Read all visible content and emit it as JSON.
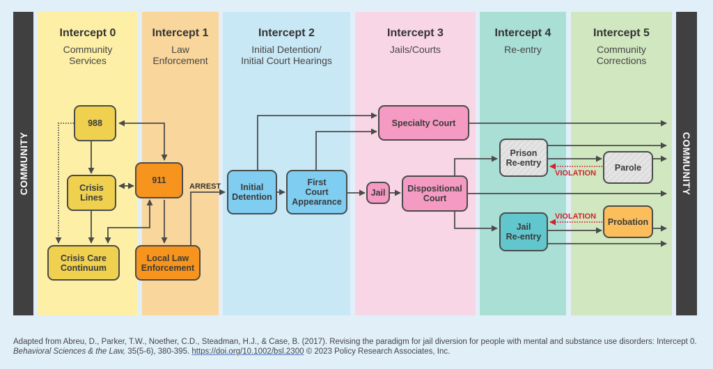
{
  "community_bars": {
    "left": "COMMUNITY",
    "right": "COMMUNITY"
  },
  "intercepts": [
    {
      "title": "Intercept 0",
      "subtitle": "Community\nServices",
      "color": "#fdf0a6"
    },
    {
      "title": "Intercept 1",
      "subtitle": "Law\nEnforcement",
      "color": "#f9d69b"
    },
    {
      "title": "Intercept 2",
      "subtitle": "Initial Detention/\nInitial Court Hearings",
      "color": "#c9e8f6"
    },
    {
      "title": "Intercept 3",
      "subtitle": "Jails/Courts",
      "color": "#f9d6e6"
    },
    {
      "title": "Intercept 4",
      "subtitle": "Re-entry",
      "color": "#aadfd6"
    },
    {
      "title": "Intercept 5",
      "subtitle": "Community\nCorrections",
      "color": "#d0e7c0"
    }
  ],
  "nodes": {
    "n988": "988",
    "crisis_lines": "Crisis\nLines",
    "crisis_care": "Crisis Care\nContinuum",
    "n911": "911",
    "local_law": "Local Law\nEnforcement",
    "initial_detention": "Initial\nDetention",
    "first_court": "First\nCourt\nAppearance",
    "specialty_court": "Specialty Court",
    "jail": "Jail",
    "dispositional_court": "Dispositional\nCourt",
    "prison_reentry": "Prison\nRe-entry",
    "jail_reentry": "Jail\nRe-entry",
    "parole": "Parole",
    "probation": "Probation"
  },
  "edge_labels": {
    "arrest": "ARREST",
    "violation_parole": "VIOLATION",
    "violation_probation": "VIOLATION"
  },
  "colors": {
    "line": "#4a4a4a",
    "violation": "#d3222a",
    "community_bar": "#404040"
  },
  "citation": {
    "line1_prefix": "Adapted from Abreu, D., Parker, T.W., Noether, C.D., Steadman, H.J., & Case, B. (2017). Revising the paradigm for jail diversion for people with mental and substance use disorders: Intercept 0. ",
    "journal": "Behavioral Sciences & the Law,",
    "details": " 35(5-6), 380-395. ",
    "doi": "https://doi.org/10.1002/bsl.2300",
    "copyright": " © 2023 Policy Research Associates, Inc."
  }
}
